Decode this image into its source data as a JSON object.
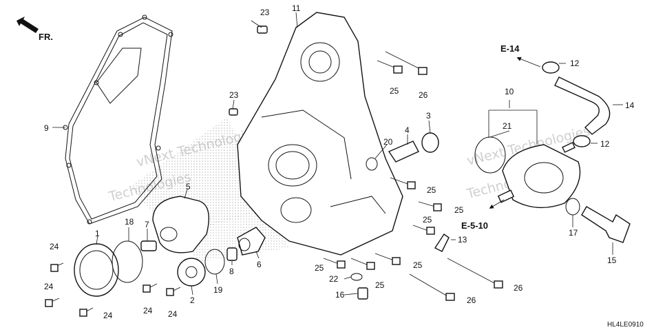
{
  "direction": {
    "label": "FR."
  },
  "references": {
    "e14": "E-14",
    "e510": "E-5-10"
  },
  "part_numbers": {
    "p1": "1",
    "p2": "2",
    "p3": "3",
    "p4": "4",
    "p5": "5",
    "p6": "6",
    "p7": "7",
    "p8": "8",
    "p9": "9",
    "p10": "10",
    "p11": "11",
    "p12a": "12",
    "p12b": "12",
    "p13": "13",
    "p14": "14",
    "p15": "15",
    "p16": "16",
    "p17": "17",
    "p18": "18",
    "p19": "19",
    "p20": "20",
    "p21": "21",
    "p22": "22",
    "p23a": "23",
    "p23b": "23",
    "p24a": "24",
    "p24b": "24",
    "p24c": "24",
    "p24d": "24",
    "p24e": "24",
    "p25a": "25",
    "p25b": "25",
    "p25c": "25",
    "p25d": "25",
    "p25e": "25",
    "p25f": "25",
    "p25g": "25",
    "p26a": "26",
    "p26b": "26",
    "p26c": "26"
  },
  "watermarks": {
    "w1": "vNext Technologies",
    "w2": "Technologies",
    "w3": "vNext Technologies",
    "w4": "Technologies"
  },
  "diagram_code": "HL4LE0910"
}
